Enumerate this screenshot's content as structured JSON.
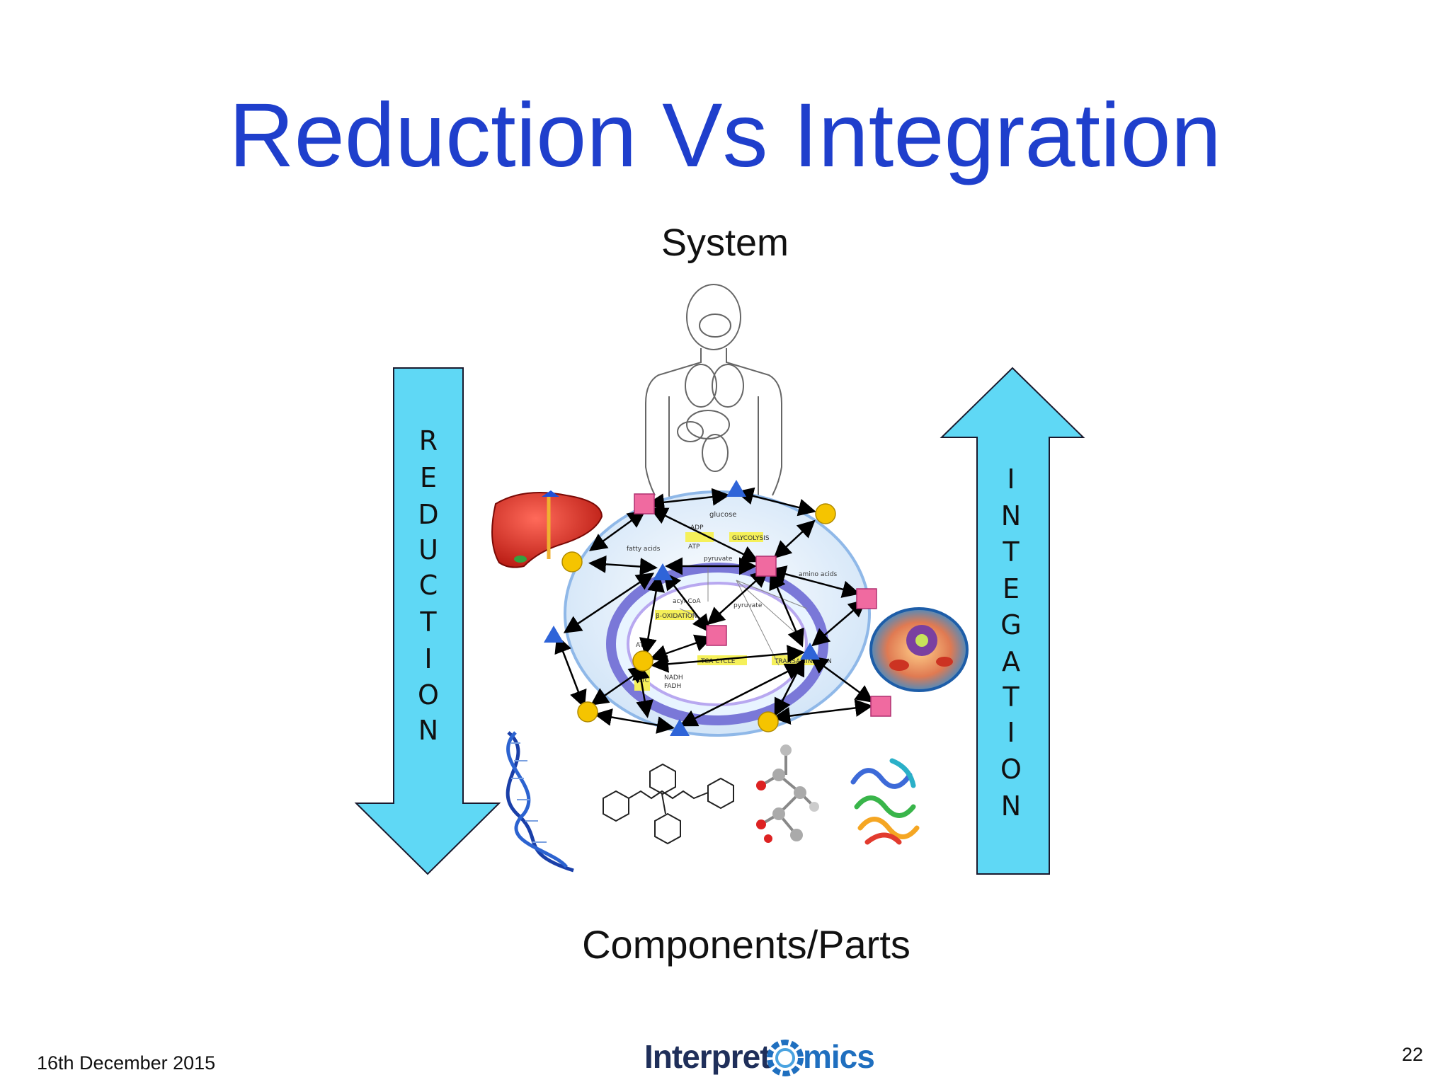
{
  "slide": {
    "title": "Reduction Vs Integration",
    "top_label": "System",
    "bottom_label": "Components/Parts",
    "date": "16th December 2015",
    "page_number": "22"
  },
  "arrows": {
    "left": {
      "direction": "down",
      "letters": [
        "R",
        "E",
        "D",
        "U",
        "C",
        "T",
        "I",
        "O",
        "N"
      ]
    },
    "right": {
      "direction": "up",
      "letters": [
        "I",
        "N",
        "T",
        "E",
        "G",
        "A",
        "T",
        "I",
        "O",
        "N"
      ]
    },
    "fill_color": "#5fd8f5",
    "outline_color": "#1a1a2e"
  },
  "pathway": {
    "labels": [
      "glucose",
      "ADP",
      "GLYCOLYSIS",
      "ATP",
      "fatty acids",
      "pyruvate",
      "amino acids",
      "acyl-CoA",
      "pyruvate",
      "β-OXIDATION",
      "ATP",
      "TCA CYCLE",
      "TRANSAMINATION",
      "ETC",
      "NADH",
      "FADH"
    ]
  },
  "logo": {
    "left": "Interpret",
    "right": "mics"
  },
  "colors": {
    "title": "#1f3fcc",
    "node_square": "#f06aa0",
    "node_circle": "#f5c400",
    "node_triangle": "#2f64d8"
  }
}
